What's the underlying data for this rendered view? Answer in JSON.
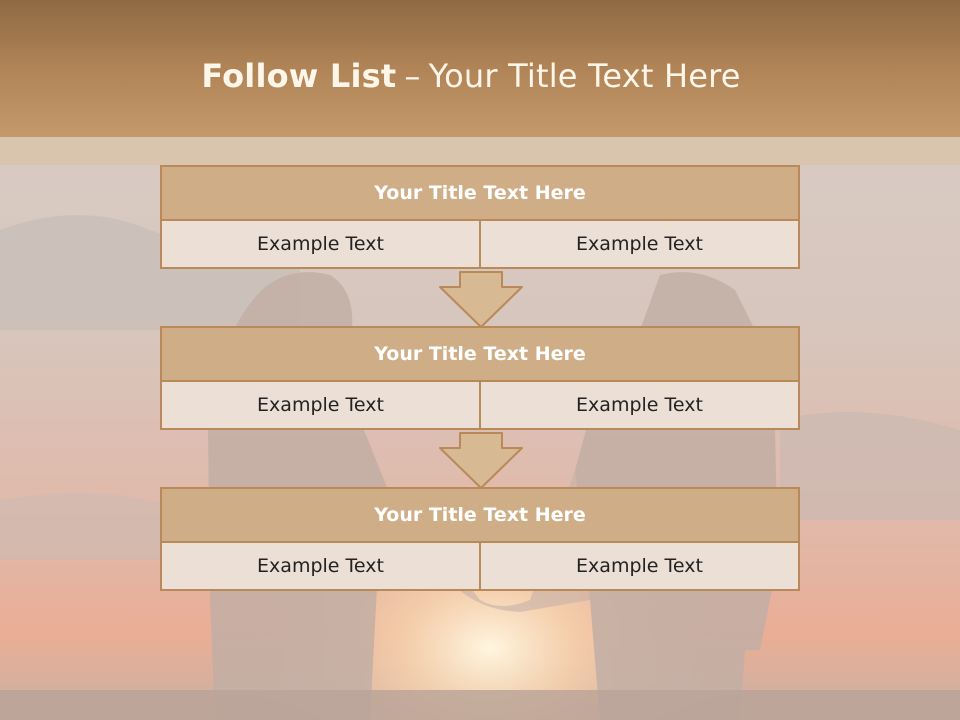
{
  "slide": {
    "title_bold": "Follow List",
    "title_separator": "–",
    "title_rest": "Your Title Text Here"
  },
  "blocks": [
    {
      "title": "Your Title Text Here",
      "left": "Example Text",
      "right": "Example Text"
    },
    {
      "title": "Your Title Text Here",
      "left": "Example Text",
      "right": "Example Text"
    },
    {
      "title": "Your Title Text Here",
      "left": "Example Text",
      "right": "Example Text"
    }
  ],
  "colors": {
    "header": "#b08457",
    "block_title_fill": "#cfae87",
    "block_border": "#b9895a",
    "cell_fill": "#ecdfd6",
    "arrow_fill": "#d7b994"
  }
}
